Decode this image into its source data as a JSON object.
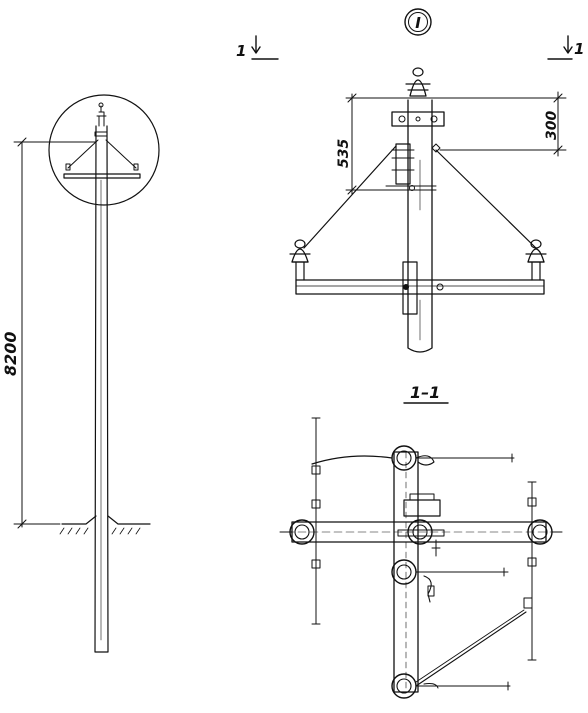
{
  "overall_view": {
    "height_label": "8200"
  },
  "detail_view": {
    "marker": "I",
    "section_left": "1",
    "section_right": "1",
    "dim_top": "300",
    "dim_crossarm": "535"
  },
  "section_view": {
    "title": "1–1"
  }
}
